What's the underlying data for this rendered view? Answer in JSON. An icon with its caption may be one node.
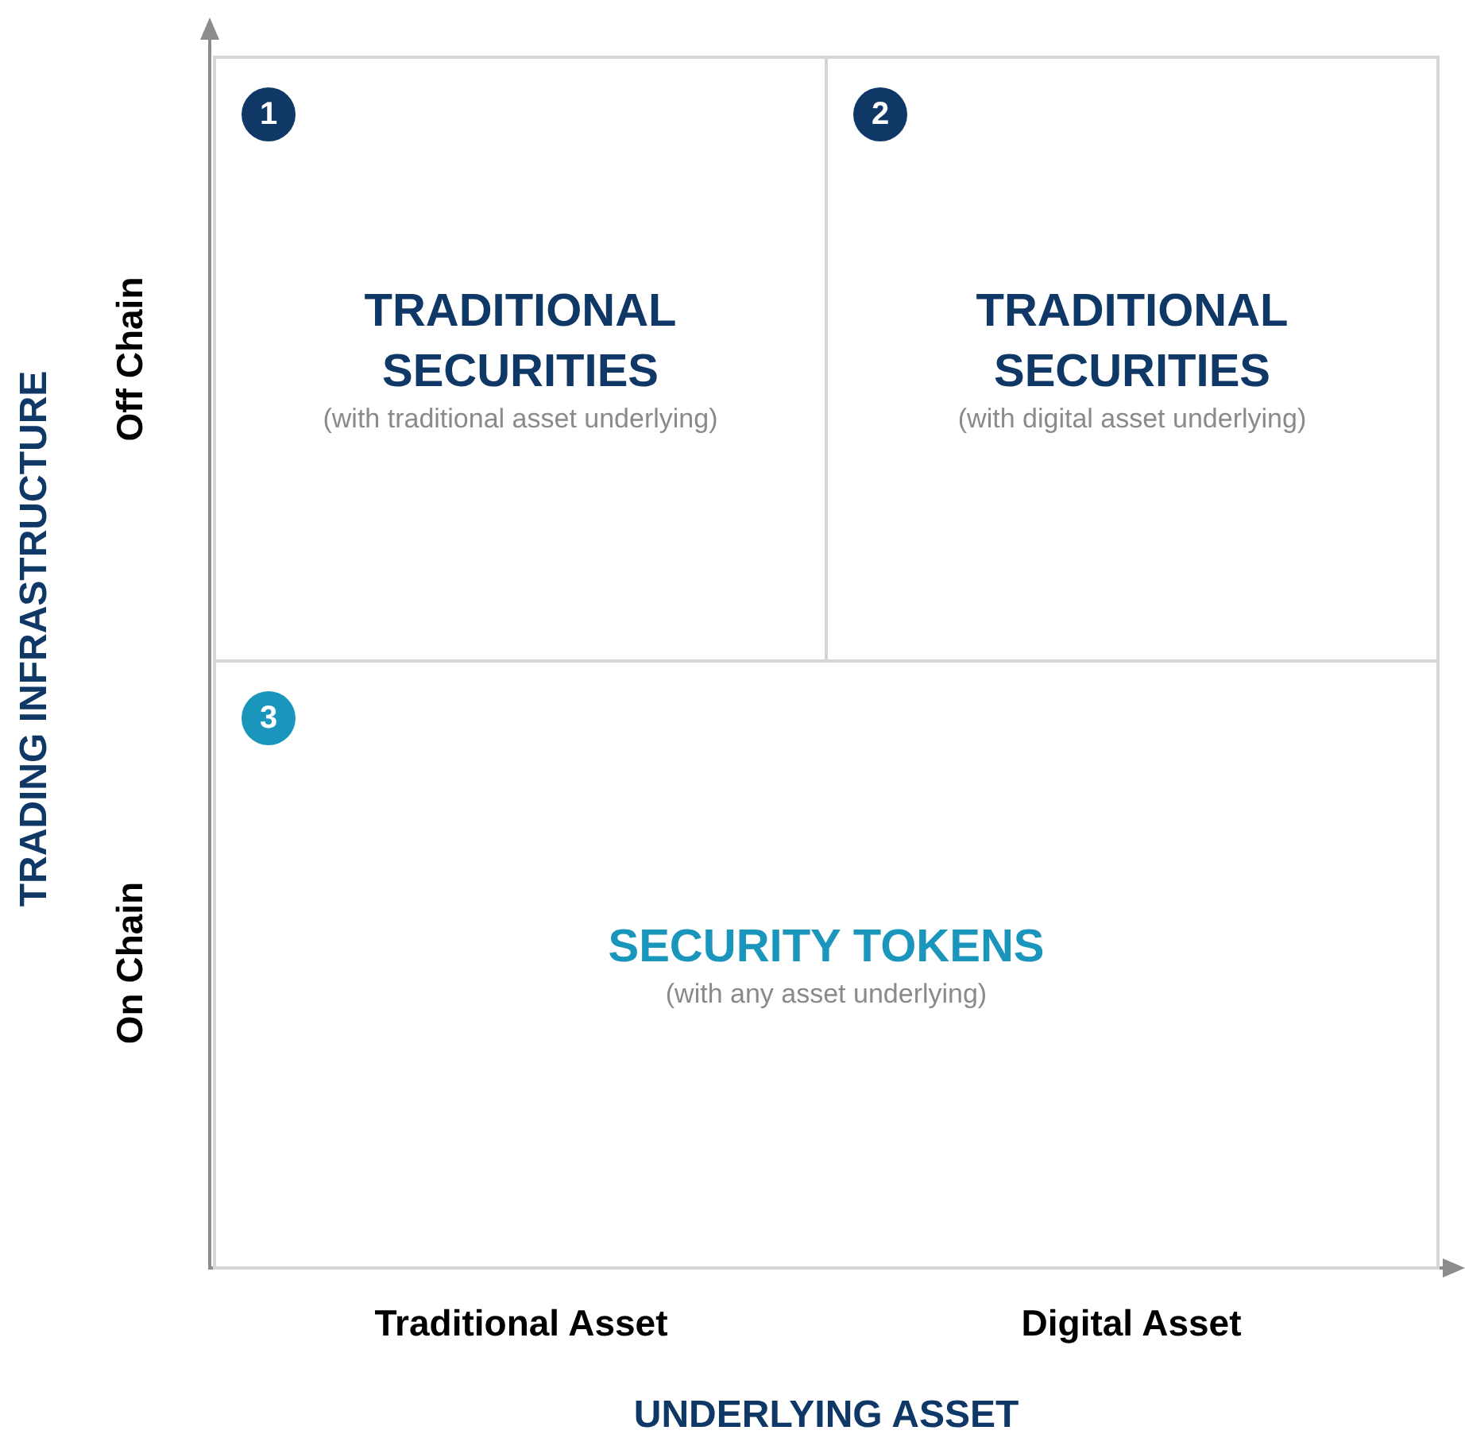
{
  "diagram": {
    "nodes": [
      {
        "text": [
          "1",
          "TRADITIONAL SECURITIES",
          "(with traditional asset underlying)"
        ]
      },
      {
        "text": [
          "2",
          "TRADITIONAL SECURITIES",
          "(with digital asset underlying)"
        ]
      },
      {
        "text": [
          "3",
          "SECURITY TOKENS",
          "(with any asset underlying)"
        ]
      }
    ],
    "edges": [],
    "labels": [
      "TRADING INFRASTRUCTURE",
      "Off Chain",
      "On Chain",
      "Traditional Asset",
      "Digital Asset",
      "UNDERLYING ASSET"
    ]
  }
}
